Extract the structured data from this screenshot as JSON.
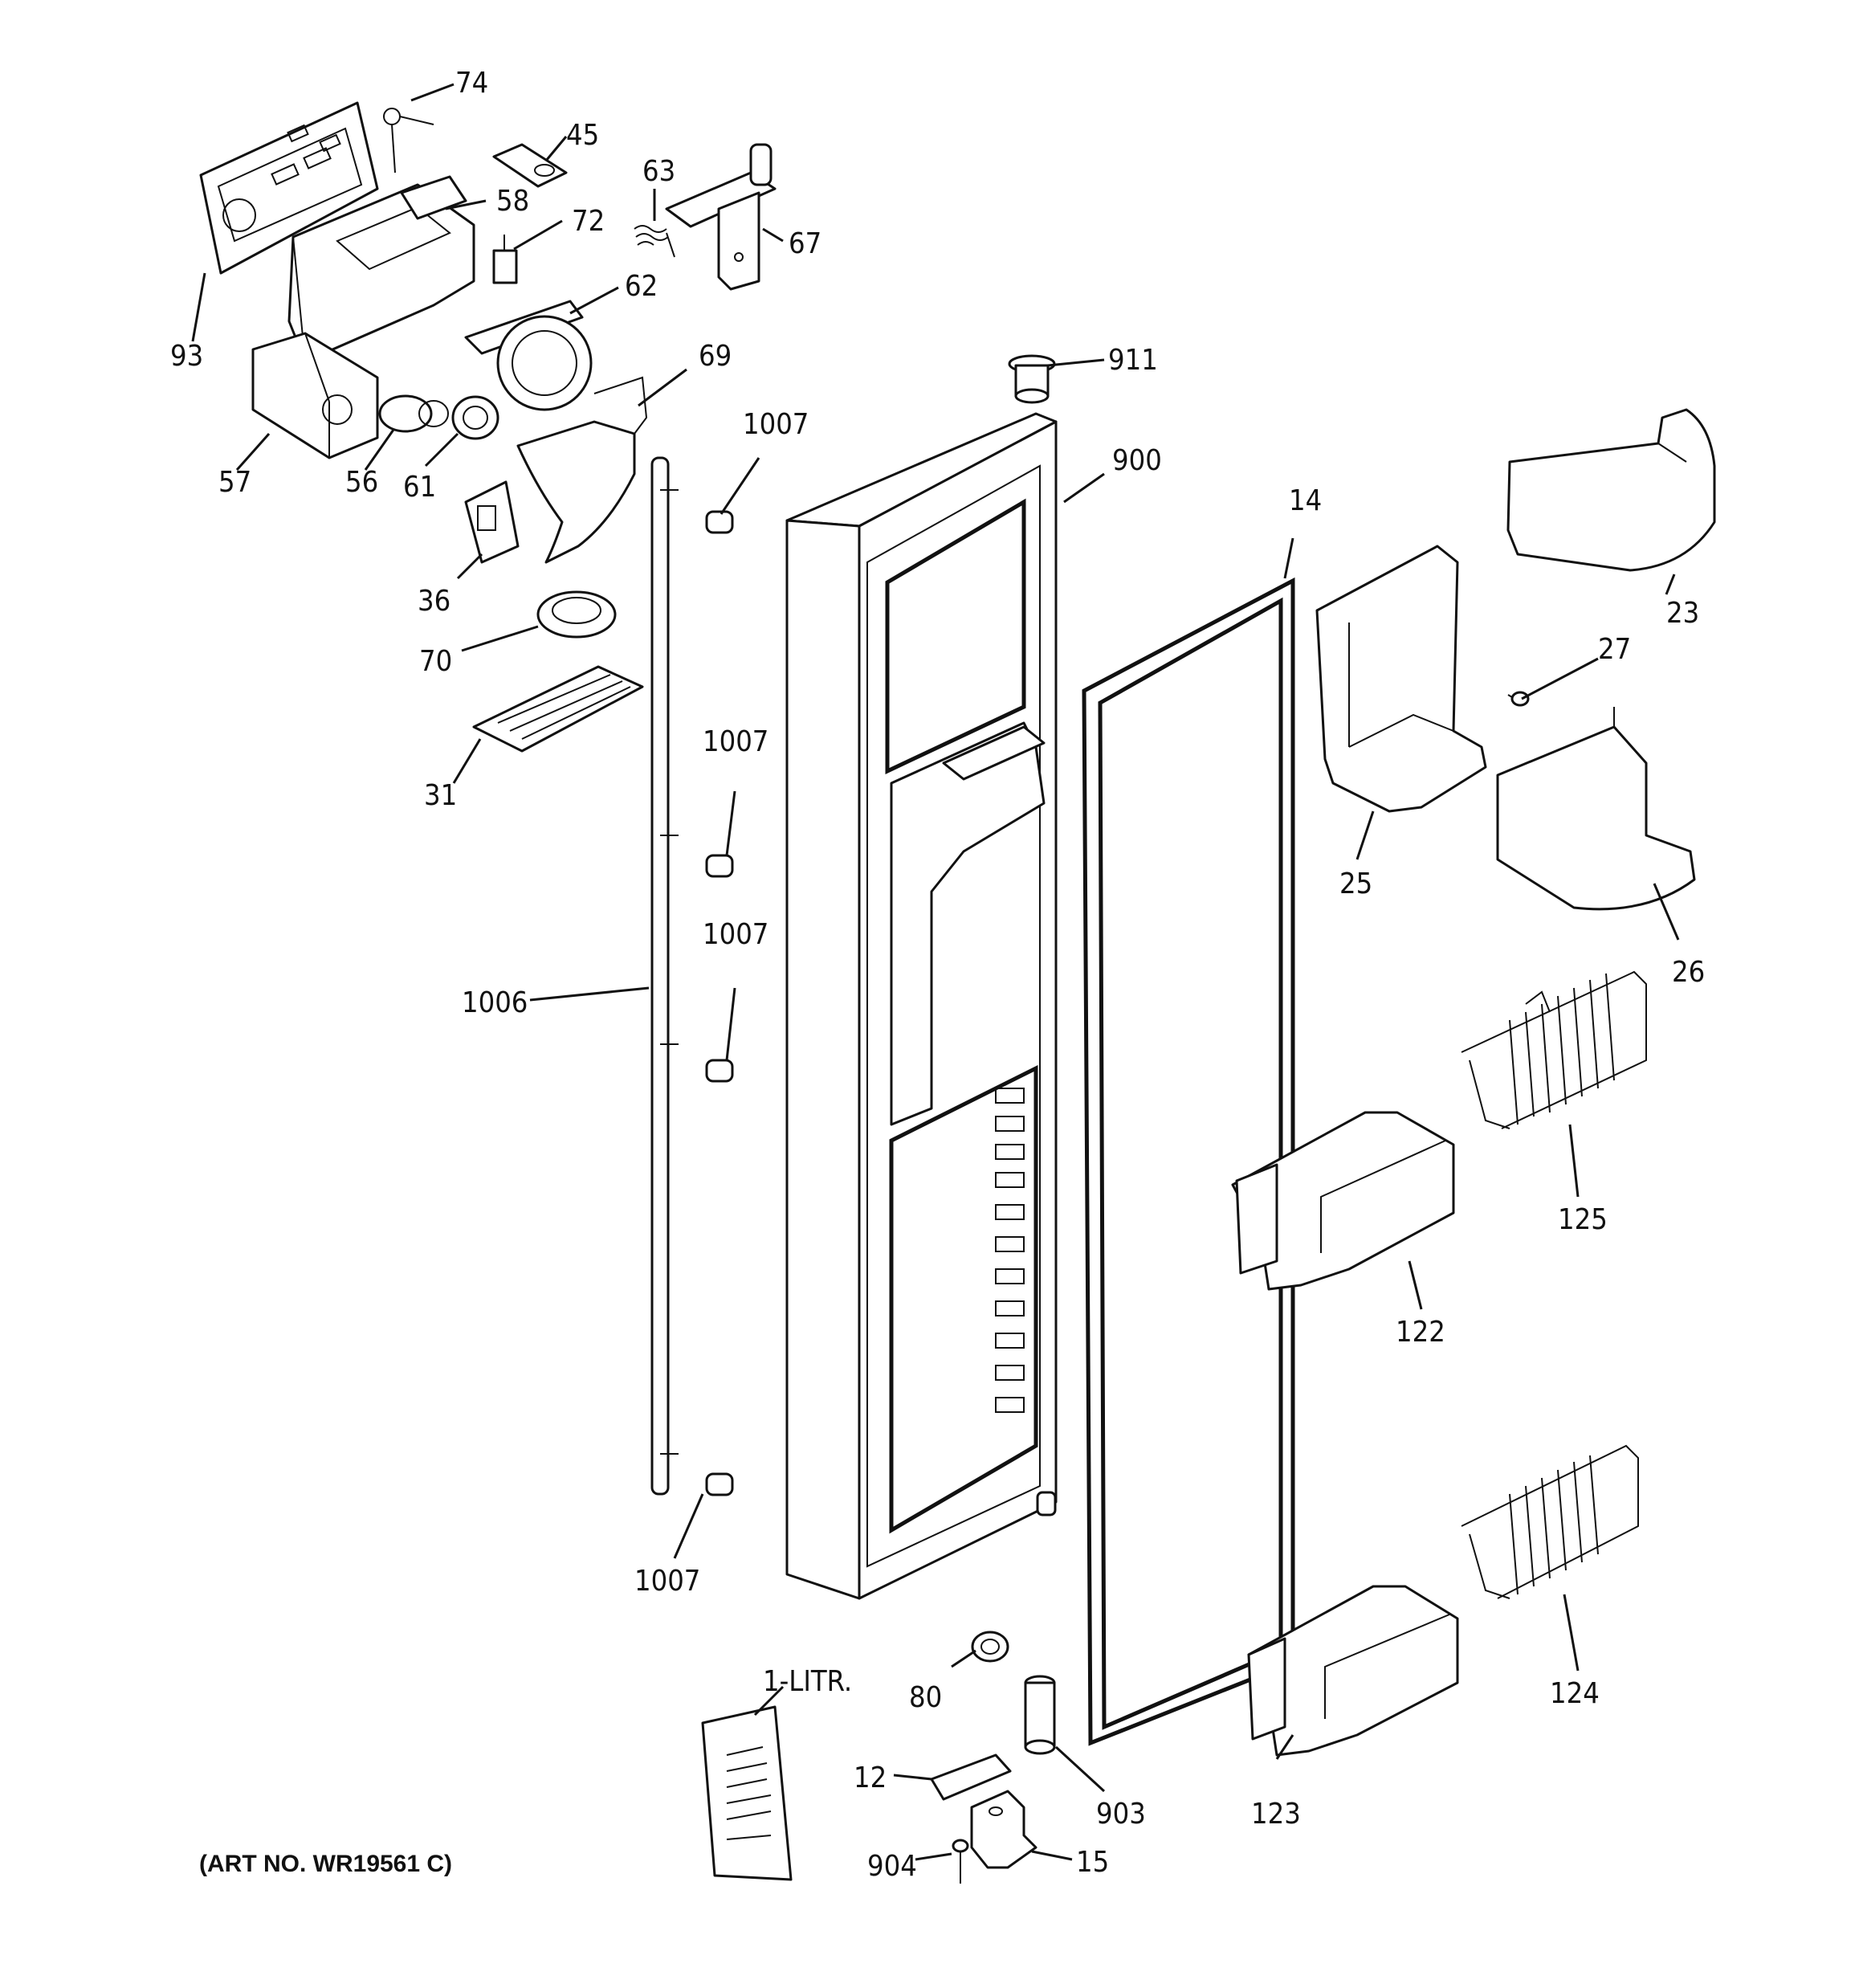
{
  "art_number": "(ART NO. WR19561 C)",
  "callouts": {
    "c74": "74",
    "c45": "45",
    "c63": "63",
    "c58": "58",
    "c72": "72",
    "c67": "67",
    "c62": "62",
    "c93": "93",
    "c69": "69",
    "c911": "911",
    "c57": "57",
    "c56": "56",
    "c61": "61",
    "c1007a": "1007",
    "c900": "900",
    "c36": "36",
    "c14": "14",
    "c23": "23",
    "c70": "70",
    "c27": "27",
    "c1007b": "1007",
    "c31": "31",
    "c25": "25",
    "c1007c": "1007",
    "c26": "26",
    "c1006": "1006",
    "c125": "125",
    "c122": "122",
    "c1007d": "1007",
    "c1litr": "1-LITR.",
    "c80": "80",
    "c124": "124",
    "c12": "12",
    "c903": "903",
    "c123": "123",
    "c904": "904",
    "c15": "15"
  }
}
